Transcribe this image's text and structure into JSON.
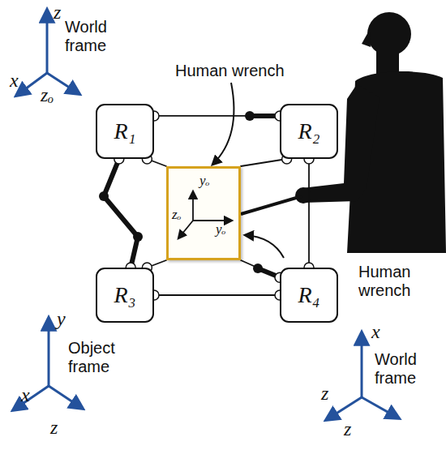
{
  "diagram": {
    "nodes": [
      {
        "text": [
          "R₁"
        ]
      },
      {
        "text": [
          "R₂"
        ]
      },
      {
        "text": [
          "yₒ",
          "zₒ",
          "yₒ"
        ]
      },
      {
        "text": [
          "R₃"
        ]
      },
      {
        "text": [
          "R₄"
        ]
      }
    ],
    "edges": [
      {
        "from": 0,
        "to": 1,
        "arrow": "none"
      },
      {
        "from": 0,
        "to": 2,
        "arrow": "none"
      },
      {
        "from": 1,
        "to": 2,
        "arrow": "none"
      },
      {
        "from": 0,
        "to": 3,
        "arrow": "none"
      },
      {
        "from": 1,
        "to": 4,
        "arrow": "none"
      },
      {
        "from": 2,
        "to": 3,
        "arrow": "none"
      },
      {
        "from": 2,
        "to": 4,
        "arrow": "none"
      },
      {
        "from": 3,
        "to": 4,
        "arrow": "none"
      }
    ],
    "labels": [
      "z",
      "x",
      "zₒ",
      "World frame",
      "Human wrench",
      "Human wrench",
      "y",
      "x",
      "z",
      "Object frame",
      "x",
      "z",
      "z",
      "World frame"
    ]
  }
}
